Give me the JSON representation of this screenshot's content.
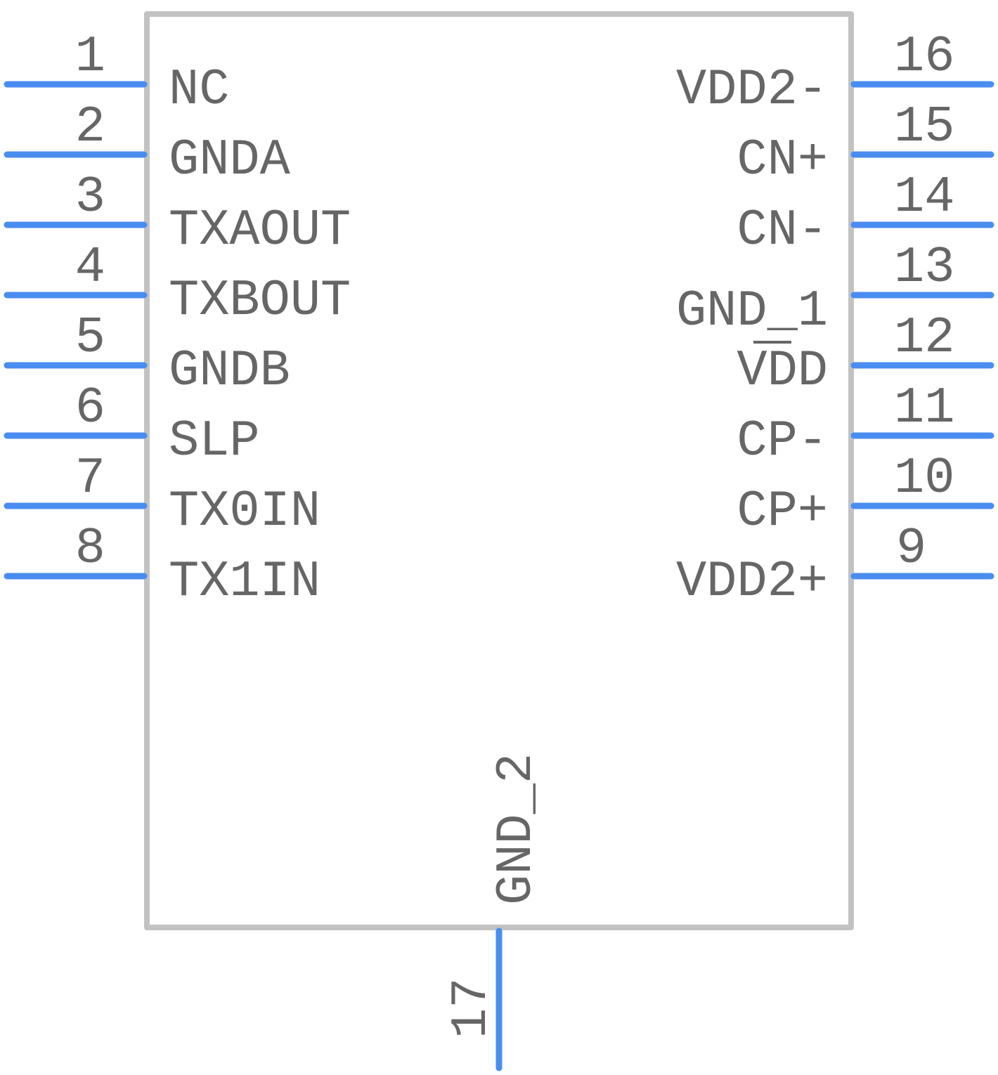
{
  "component": {
    "left_pins": [
      {
        "number": "1",
        "label": "NC"
      },
      {
        "number": "2",
        "label": "GNDA"
      },
      {
        "number": "3",
        "label": "TXAOUT"
      },
      {
        "number": "4",
        "label": "TXBOUT"
      },
      {
        "number": "5",
        "label": "GNDB"
      },
      {
        "number": "6",
        "label": "SLP"
      },
      {
        "number": "7",
        "label": "TX0IN"
      },
      {
        "number": "8",
        "label": "TX1IN"
      }
    ],
    "right_pins": [
      {
        "number": "16",
        "label": "VDD2-"
      },
      {
        "number": "15",
        "label": "CN+"
      },
      {
        "number": "14",
        "label": "CN-"
      },
      {
        "number": "13",
        "label": "GND_1"
      },
      {
        "number": "12",
        "label": "VDD"
      },
      {
        "number": "11",
        "label": "CP-"
      },
      {
        "number": "10",
        "label": "CP+"
      },
      {
        "number": "9",
        "label": "VDD2+"
      }
    ],
    "bottom_pin": {
      "number": "17",
      "label": "GND_2"
    },
    "colors": {
      "pin": "#4a8df0",
      "outline": "#c2c2c2",
      "text": "#666666"
    }
  }
}
